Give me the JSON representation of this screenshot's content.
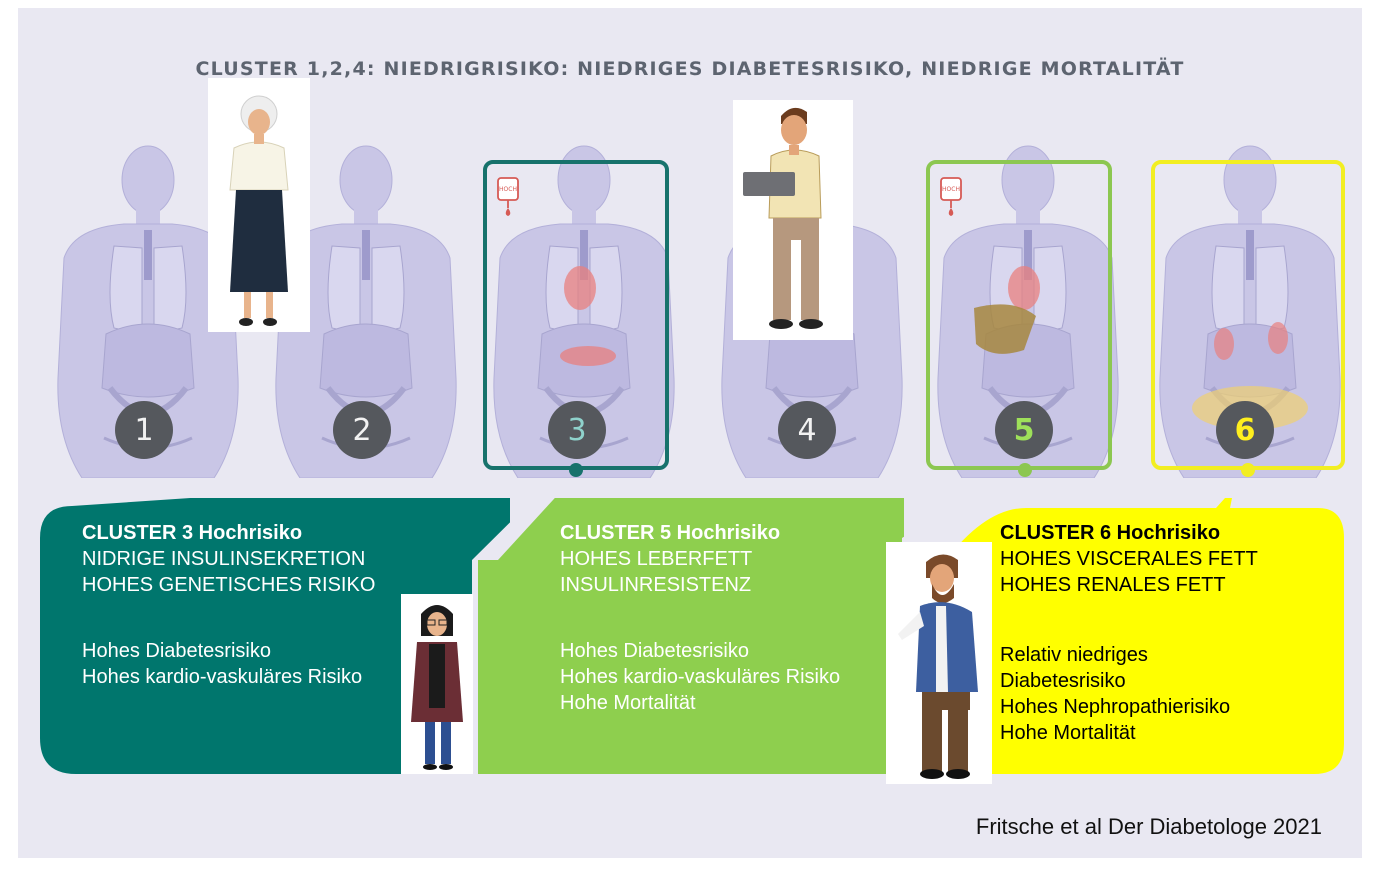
{
  "title": "CLUSTER 1,2,4: NIEDRIGRISIKO:  NIEDRIGES DIABETESRISIKO, NIEDRIGE MORTALITÄT",
  "clusters": [
    {
      "number": "1"
    },
    {
      "number": "2"
    },
    {
      "number": "3",
      "highlight_color": "#17726c",
      "number_color": "#8fd2cc"
    },
    {
      "number": "4"
    },
    {
      "number": "5",
      "highlight_color": "#8cc751",
      "number_color": "#9ee05a"
    },
    {
      "number": "6",
      "highlight_color": "#f2ee22",
      "number_color": "#ffef1e"
    }
  ],
  "bag_label": "HOCH",
  "panels": [
    {
      "heading": "CLUSTER 3 Hochrisiko",
      "lines": [
        "NIDRIGE INSULINSEKRETION",
        "HOHES GENETISCHES RISIKO"
      ],
      "risks": [
        "Hohes Diabetesrisiko",
        "Hohes kardio-vaskuläres  Risiko"
      ],
      "color": "#00766d",
      "text_color": "#ffffff"
    },
    {
      "heading": "CLUSTER 5 Hochrisiko",
      "lines": [
        "HOHES LEBERFETT",
        "INSULINRESISTENZ"
      ],
      "risks": [
        "Hohes Diabetesrisiko",
        "Hohes kardio-vaskuläres  Risiko",
        "Hohe Mortalität"
      ],
      "color": "#8ecf4e",
      "text_color": "#ffffff"
    },
    {
      "heading": "CLUSTER 6 Hochrisiko",
      "lines": [
        "HOHES VISCERALES FETT",
        "HOHES RENALES FETT"
      ],
      "risks": [
        "Relativ niedriges",
        "Diabetesrisiko",
        "Hohes Nephropathierisiko",
        "Hohe Mortalität"
      ],
      "color": "#ffff00",
      "text_color": "#000000"
    }
  ],
  "source": "Fritsche et al Der Diabetologe 2021"
}
